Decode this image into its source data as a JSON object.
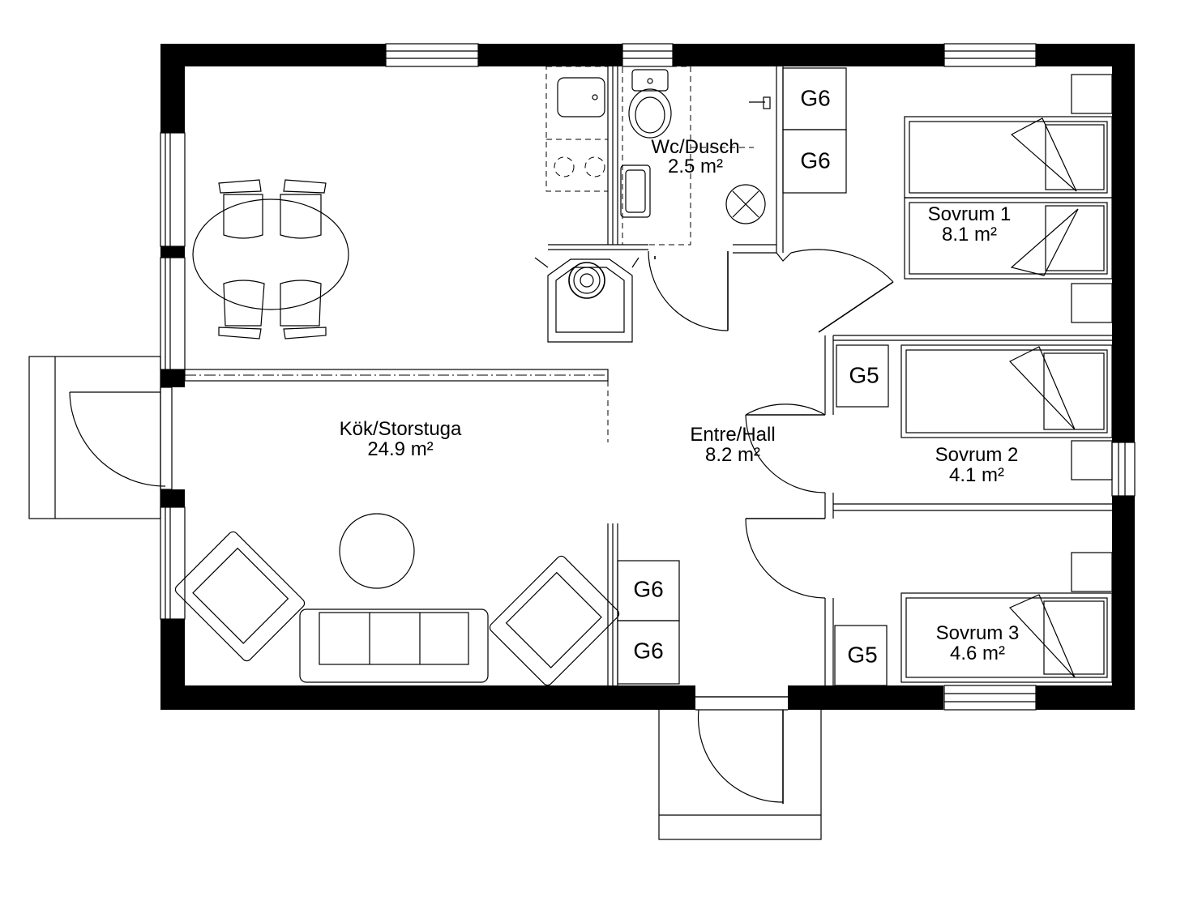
{
  "rooms": {
    "kitchen": {
      "name": "Kök/Storstuga",
      "area": "24.9 m²"
    },
    "wc": {
      "name": "Wc/Dusch",
      "area": "2.5 m²"
    },
    "hall": {
      "name": "Entre/Hall",
      "area": "8.2 m²"
    },
    "bedroom1": {
      "name": "Sovrum 1",
      "area": "8.1 m²"
    },
    "bedroom2": {
      "name": "Sovrum 2",
      "area": "4.1 m²"
    },
    "bedroom3": {
      "name": "Sovrum 3",
      "area": "4.6 m²"
    }
  },
  "cabinets": {
    "hall_top_1": "G6",
    "hall_top_2": "G6",
    "bedroom2_wardrobe": "G5",
    "hall_bottom_1": "G6",
    "hall_bottom_2": "G6",
    "bedroom3_wardrobe": "G5"
  }
}
